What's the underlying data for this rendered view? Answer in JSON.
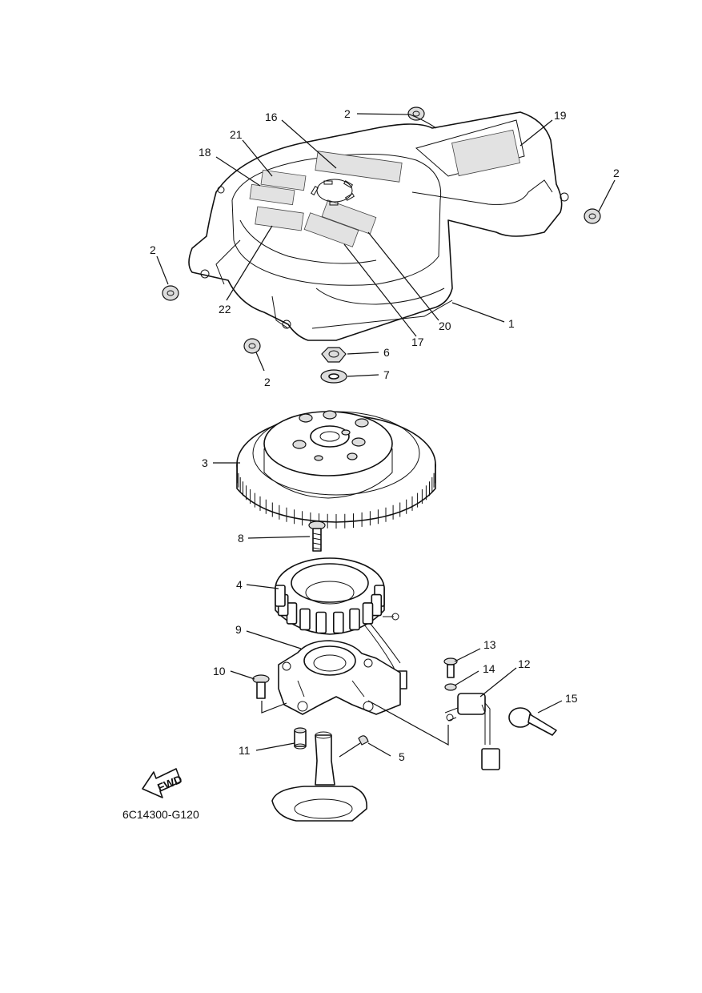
{
  "diagram_code": "6C14300-G120",
  "fwd_label": "FWD",
  "callouts": {
    "c1": "1",
    "c2a": "2",
    "c2b": "2",
    "c2c": "2",
    "c2d": "2",
    "c3": "3",
    "c4": "4",
    "c5": "5",
    "c6": "6",
    "c7": "7",
    "c8": "8",
    "c9": "9",
    "c10": "10",
    "c11": "11",
    "c12": "12",
    "c13": "13",
    "c14": "14",
    "c15": "15",
    "c16": "16",
    "c17": "17",
    "c18": "18",
    "c19": "19",
    "c20": "20",
    "c21": "21",
    "c22": "22"
  }
}
